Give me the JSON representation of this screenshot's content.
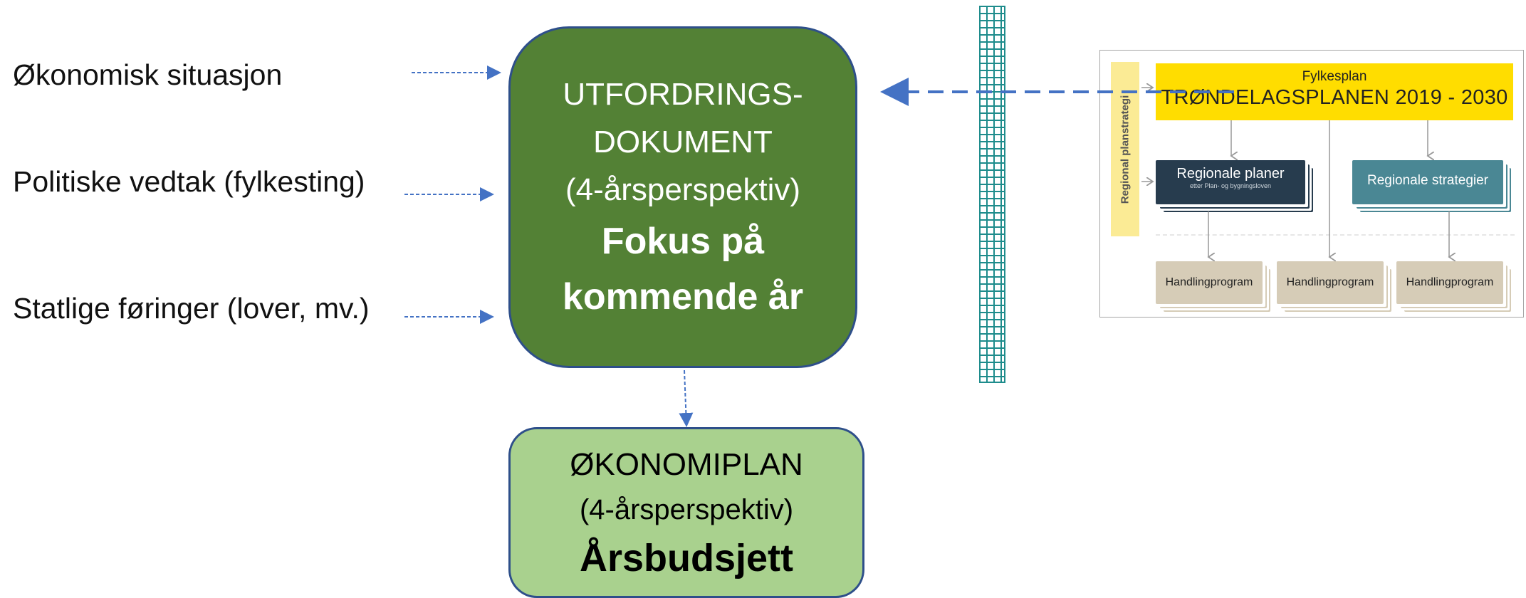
{
  "inputs": [
    {
      "label": "Økonomisk situasjon"
    },
    {
      "label": "Politiske vedtak (fylkesting)"
    },
    {
      "label": "Statlige føringer (lover, mv.)"
    }
  ],
  "main_box": {
    "line1": "UTFORDRINGS-",
    "line2": "DOKUMENT",
    "line3": "(4-årsperspektiv)",
    "line4": "Fokus på",
    "line5": "kommende år",
    "color": "#538135"
  },
  "econ_box": {
    "line1": "ØKONOMIPLAN",
    "line2": "(4-årsperspektiv)",
    "line3": "Årsbudsjett",
    "color": "#a9d18e"
  },
  "plan_image": {
    "strip_label": "Regional planstrategi",
    "header_small": "Fylkesplan",
    "header_big": "TRØNDELAGSPLANEN 2019 - 2030",
    "regional_plans": "Regionale planer",
    "regional_plans_sub": "etter Plan- og bygningsloven",
    "regional_strategies": "Regionale strategier",
    "action_programs": [
      "Handlingprogram",
      "Handlingprogram",
      "Handlingprogram"
    ]
  },
  "colors": {
    "arrow": "#4472c4",
    "wall": "#1e8c8c",
    "border": "#2e4f8a"
  }
}
